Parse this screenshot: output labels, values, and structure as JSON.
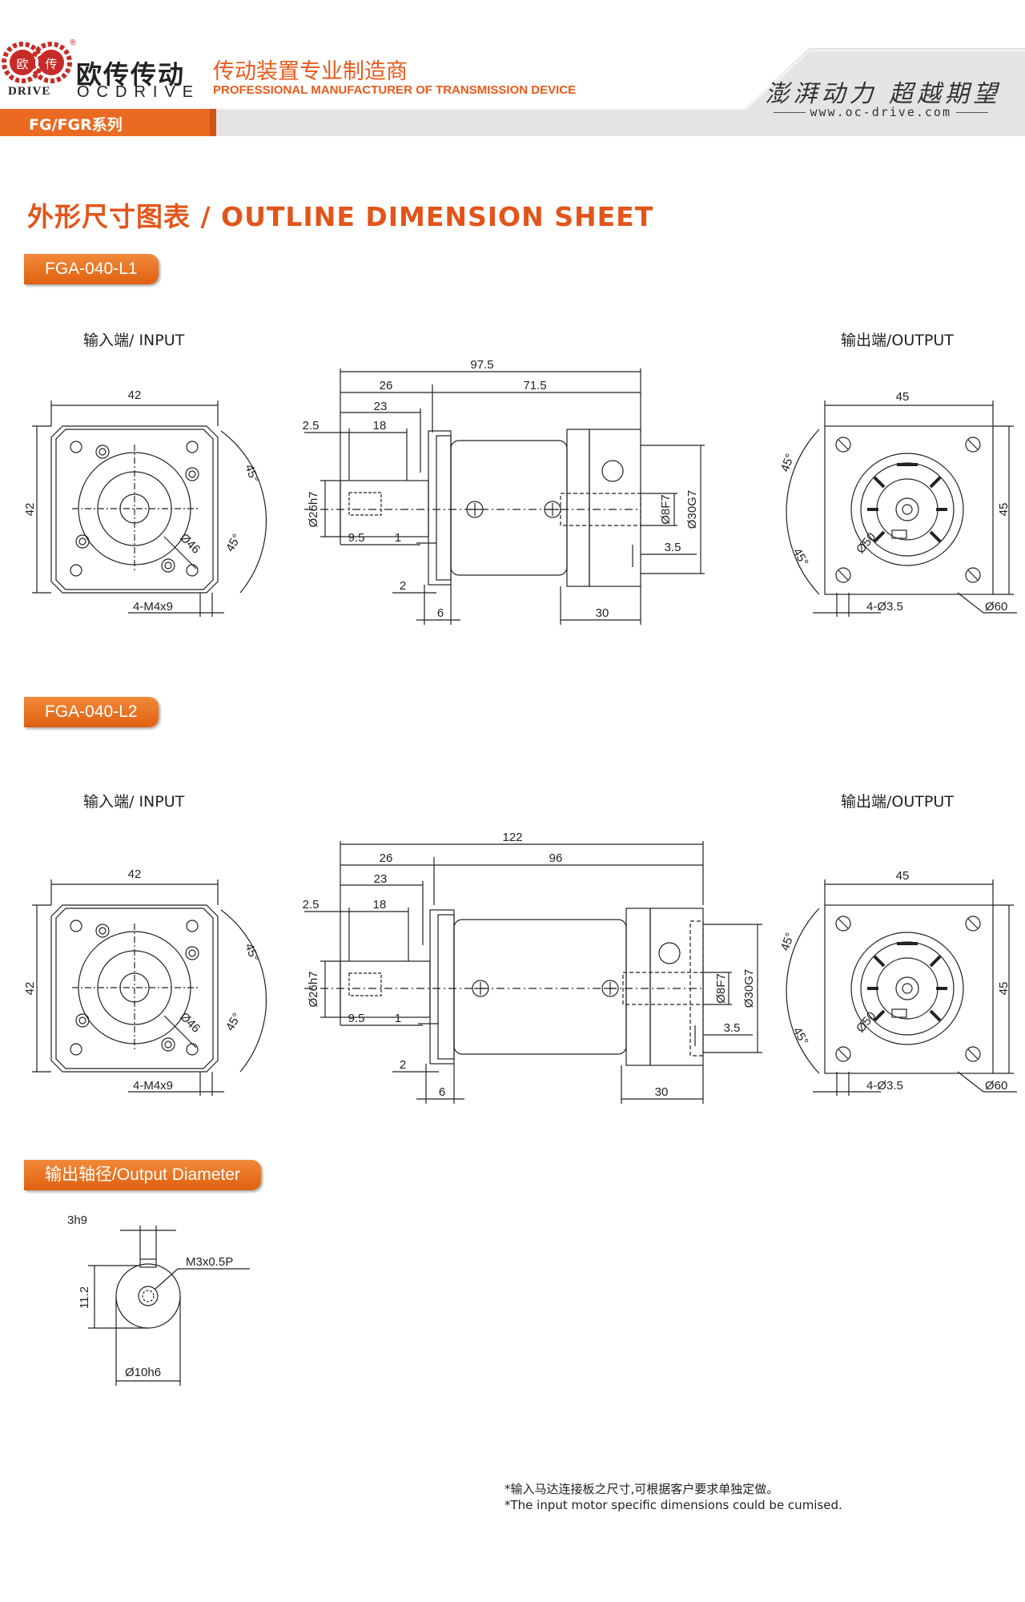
{
  "header": {
    "brand_cn": "欧传传动",
    "brand_en_left": "DRIVE",
    "brand_en_right": "OCDRIVE",
    "logo_chars": [
      "欧",
      "传"
    ],
    "registered_mark": "®",
    "tagline_cn": "传动装置专业制造商",
    "tagline_en": "PROFESSIONAL MANUFACTURER OF TRANSMISSION DEVICE",
    "series": "FG/FGR系列",
    "slogan": "澎湃动力 超越期望",
    "website": "www.oc-drive.com",
    "accent_color": "#e85a1b"
  },
  "section_title": "外形尺寸图表 / OUTLINE DIMENSION SHEET",
  "models": [
    {
      "name": "FGA-040-L1",
      "input_label": "输入端/ INPUT",
      "output_label": "输出端/OUTPUT",
      "input": {
        "width": "42",
        "height": "42",
        "angle1": "45°",
        "angle2": "45°",
        "pcd": "Ø46",
        "holes": "4-M4x9"
      },
      "side": {
        "total": "97.5",
        "left": "26",
        "right": "71.5",
        "d23": "23",
        "d18": "18",
        "d2_5": "2.5",
        "shaft_d": "Ø26h7",
        "d9_5": "9.5",
        "d1": "1",
        "d2": "2",
        "d6": "6",
        "d30": "30",
        "bore": "Ø8F7",
        "pilot": "Ø30G7",
        "d3_5": "3.5"
      },
      "output": {
        "width": "45",
        "height": "45",
        "angle1": "45°",
        "angle2": "45°",
        "pcd": "Ø50",
        "holes": "4-Ø3.5",
        "outer": "Ø60"
      }
    },
    {
      "name": "FGA-040-L2",
      "input_label": "输入端/ INPUT",
      "output_label": "输出端/OUTPUT",
      "input": {
        "width": "42",
        "height": "42",
        "angle1": "45°",
        "angle2": "45°",
        "pcd": "Ø46",
        "holes": "4-M4x9"
      },
      "side": {
        "total": "122",
        "left": "26",
        "right": "96",
        "d23": "23",
        "d18": "18",
        "d2_5": "2.5",
        "shaft_d": "Ø26h7",
        "d9_5": "9.5",
        "d1": "1",
        "d2": "2",
        "d6": "6",
        "d30": "30",
        "bore": "Ø8F7",
        "pilot": "Ø30G7",
        "d3_5": "3.5"
      },
      "output": {
        "width": "45",
        "height": "45",
        "angle1": "45°",
        "angle2": "45°",
        "pcd": "Ø50",
        "holes": "4-Ø3.5",
        "outer": "Ø60"
      }
    }
  ],
  "shaft": {
    "badge": "输出轴径/Output Diameter",
    "key": "3h9",
    "height": "11.2",
    "thread": "M3x0.5P",
    "diameter": "Ø10h6"
  },
  "footnotes": {
    "cn": "*输入马达连接板之尺寸,可根据客户要求单独定做。",
    "en": "*The input motor specific dimensions could be cumised."
  }
}
